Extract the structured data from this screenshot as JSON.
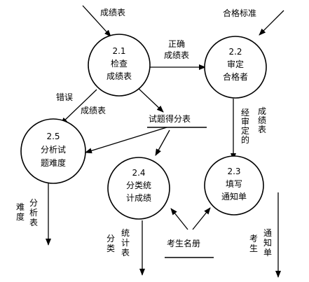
{
  "processes": [
    {
      "id": "2.1",
      "name_line1": "检查",
      "name_line2": "成绩表"
    },
    {
      "id": "2.2",
      "name_line1": "审定",
      "name_line2": "合格者"
    },
    {
      "id": "2.3",
      "name_line1": "填写",
      "name_line2": "通知单"
    },
    {
      "id": "2.4",
      "name_line1": "分类统",
      "name_line2": "计成绩"
    },
    {
      "id": "2.5",
      "name_line1": "分析试",
      "name_line2": "题难度"
    }
  ],
  "stores": {
    "score_store": "试题得分表",
    "examinee_store": "考生名册"
  },
  "flows": {
    "in_score_table": "成绩表",
    "in_pass_standard": "合格标准",
    "correct_line1": "正确",
    "correct_line2": "成绩表",
    "error_label": "错误",
    "error_score_table": "成绩表",
    "approved_vertical": [
      "经",
      "审",
      "定",
      "的"
    ],
    "approved_scores_vertical": [
      "成",
      "绩",
      "表"
    ],
    "difficulty_vertical": [
      "难",
      "度"
    ],
    "analysis_table_vertical": [
      "分",
      "析",
      "表"
    ],
    "class_vertical": [
      "分",
      "类"
    ],
    "stats_table_vertical": [
      "统",
      "计",
      "表"
    ],
    "examinee_vertical": [
      "考",
      "生"
    ],
    "notice_vertical": [
      "通",
      "知",
      "单"
    ]
  }
}
